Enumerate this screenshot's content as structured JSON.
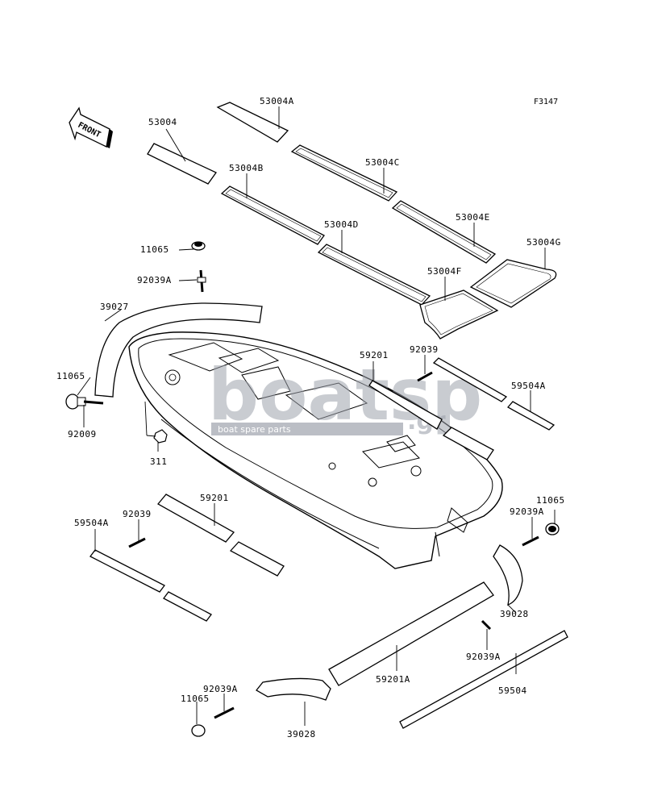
{
  "figure_id": "F3147",
  "front_label": "FRONT",
  "watermark": {
    "main": "boatsp",
    "suffix": ".gr",
    "tagline": "boat spare parts"
  },
  "labels": {
    "p53004": "53004",
    "p53004A": "53004A",
    "p53004B": "53004B",
    "p53004C": "53004C",
    "p53004D": "53004D",
    "p53004E": "53004E",
    "p53004F": "53004F",
    "p53004G": "53004G",
    "p11065_top": "11065",
    "p92039A_top": "92039A",
    "p39027": "39027",
    "p11065_left": "11065",
    "p92009": "92009",
    "p311": "311",
    "p59201_top": "59201",
    "p92039_top": "92039",
    "p59504A_right": "59504A",
    "p59201_left": "59201",
    "p92039_left": "92039",
    "p59504A_left": "59504A",
    "p11065_right": "11065",
    "p92039A_right": "92039A",
    "p39028_right": "39028",
    "p92039A_mid": "92039A",
    "p59201A": "59201A",
    "p59504": "59504",
    "p92039A_bottom": "92039A",
    "p11065_bottom": "11065",
    "p39028_bottom": "39028"
  }
}
